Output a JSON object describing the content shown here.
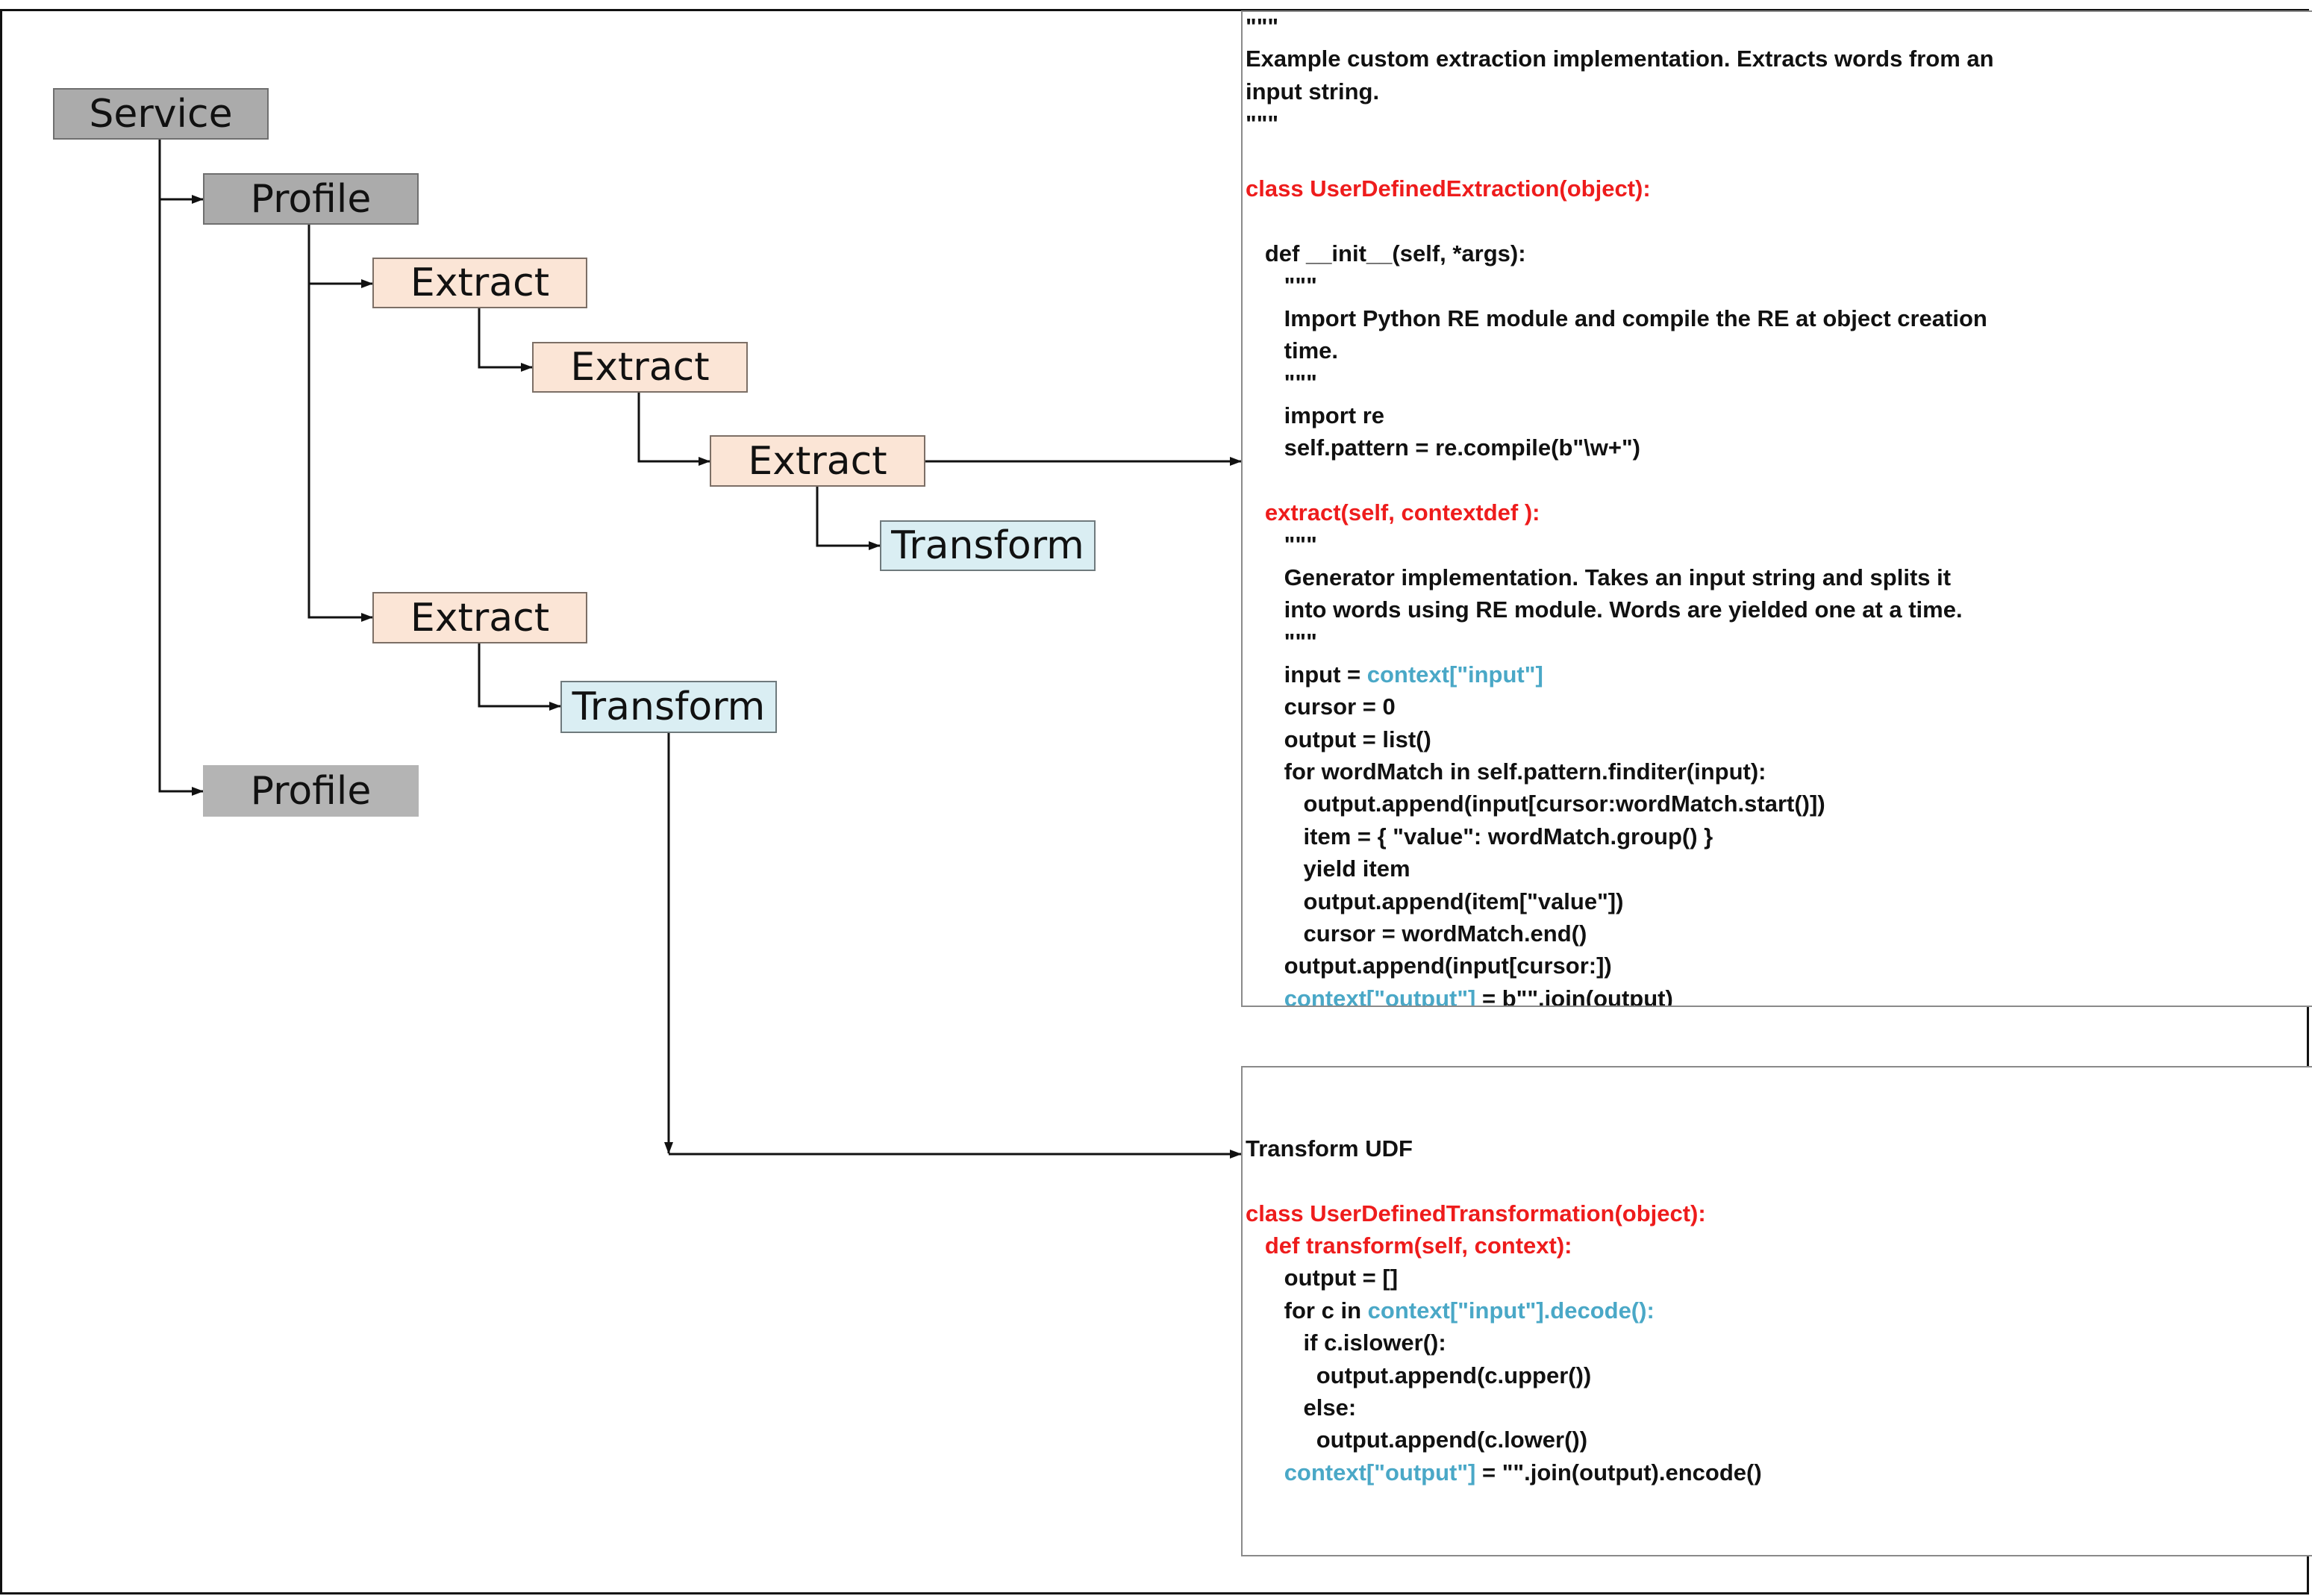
{
  "nodes": {
    "service": "Service",
    "profile_1": "Profile",
    "extract_1": "Extract",
    "extract_2": "Extract",
    "extract_3": "Extract",
    "transform_1": "Transform",
    "extract_4": "Extract",
    "transform_2": "Transform",
    "profile_2": "Profile"
  },
  "colors": {
    "gray_node": "#ababab",
    "extract_fill": "#fbe5d6",
    "transform_fill": "#daeef3",
    "code_red": "#ee1c1c",
    "code_cyan": "#4aa8c7"
  },
  "code_extract": {
    "lines": [
      [
        {
          "t": "\"\"\""
        }
      ],
      [
        {
          "t": "Example custom extraction implementation. Extracts words from an"
        }
      ],
      [
        {
          "t": "input string."
        }
      ],
      [
        {
          "t": "\"\"\""
        }
      ],
      [
        {
          "t": ""
        }
      ],
      [
        {
          "t": "class UserDefinedExtraction(object):",
          "c": "red"
        }
      ],
      [
        {
          "t": ""
        }
      ],
      [
        {
          "t": "   def __init__(self, *args):"
        }
      ],
      [
        {
          "t": "      \"\"\""
        }
      ],
      [
        {
          "t": "      Import Python RE module and compile the RE at object creation"
        }
      ],
      [
        {
          "t": "      time."
        }
      ],
      [
        {
          "t": "      \"\"\""
        }
      ],
      [
        {
          "t": "      import re"
        }
      ],
      [
        {
          "t": "      self.pattern = re.compile(b\"\\w+\")"
        }
      ],
      [
        {
          "t": ""
        }
      ],
      [
        {
          "t": "   "
        },
        {
          "t": "extract(self, contextdef ):",
          "c": "red"
        }
      ],
      [
        {
          "t": "      \"\"\""
        }
      ],
      [
        {
          "t": "      Generator implementation. Takes an input string and splits it"
        }
      ],
      [
        {
          "t": "      into words using RE module. Words are yielded one at a time."
        }
      ],
      [
        {
          "t": "      \"\"\""
        }
      ],
      [
        {
          "t": "      input = "
        },
        {
          "t": "context[\"input\"]",
          "c": "cyan"
        }
      ],
      [
        {
          "t": "      cursor = 0"
        }
      ],
      [
        {
          "t": "      output = list()"
        }
      ],
      [
        {
          "t": "      for wordMatch in self.pattern.finditer(input):"
        }
      ],
      [
        {
          "t": "         output.append(input[cursor:wordMatch.start()])"
        }
      ],
      [
        {
          "t": "         item = { \"value\": wordMatch.group() }"
        }
      ],
      [
        {
          "t": "         yield item"
        }
      ],
      [
        {
          "t": "         output.append(item[\"value\"])"
        }
      ],
      [
        {
          "t": "         cursor = wordMatch.end()"
        }
      ],
      [
        {
          "t": "      output.append(input[cursor:])"
        }
      ],
      [
        {
          "t": "      "
        },
        {
          "t": "context[\"output\"]",
          "c": "cyan"
        },
        {
          "t": " = b\"\".join(output)"
        }
      ]
    ]
  },
  "code_transform": {
    "lines": [
      [
        {
          "t": ""
        }
      ],
      [
        {
          "t": ""
        }
      ],
      [
        {
          "t": "Transform UDF"
        }
      ],
      [
        {
          "t": ""
        }
      ],
      [
        {
          "t": "class UserDefinedTransformation(object):",
          "c": "red"
        }
      ],
      [
        {
          "t": "   "
        },
        {
          "t": "def transform(self, context):",
          "c": "red"
        }
      ],
      [
        {
          "t": "      output = []"
        }
      ],
      [
        {
          "t": "      for c in "
        },
        {
          "t": "context[\"input\"].decode():",
          "c": "cyan"
        }
      ],
      [
        {
          "t": "         if c.islower():"
        }
      ],
      [
        {
          "t": "           output.append(c.upper())"
        }
      ],
      [
        {
          "t": "         else:"
        }
      ],
      [
        {
          "t": "           output.append(c.lower())"
        }
      ],
      [
        {
          "t": "      "
        },
        {
          "t": "context[\"output\"]",
          "c": "cyan"
        },
        {
          "t": " = \"\".join(output).encode()"
        }
      ]
    ]
  }
}
